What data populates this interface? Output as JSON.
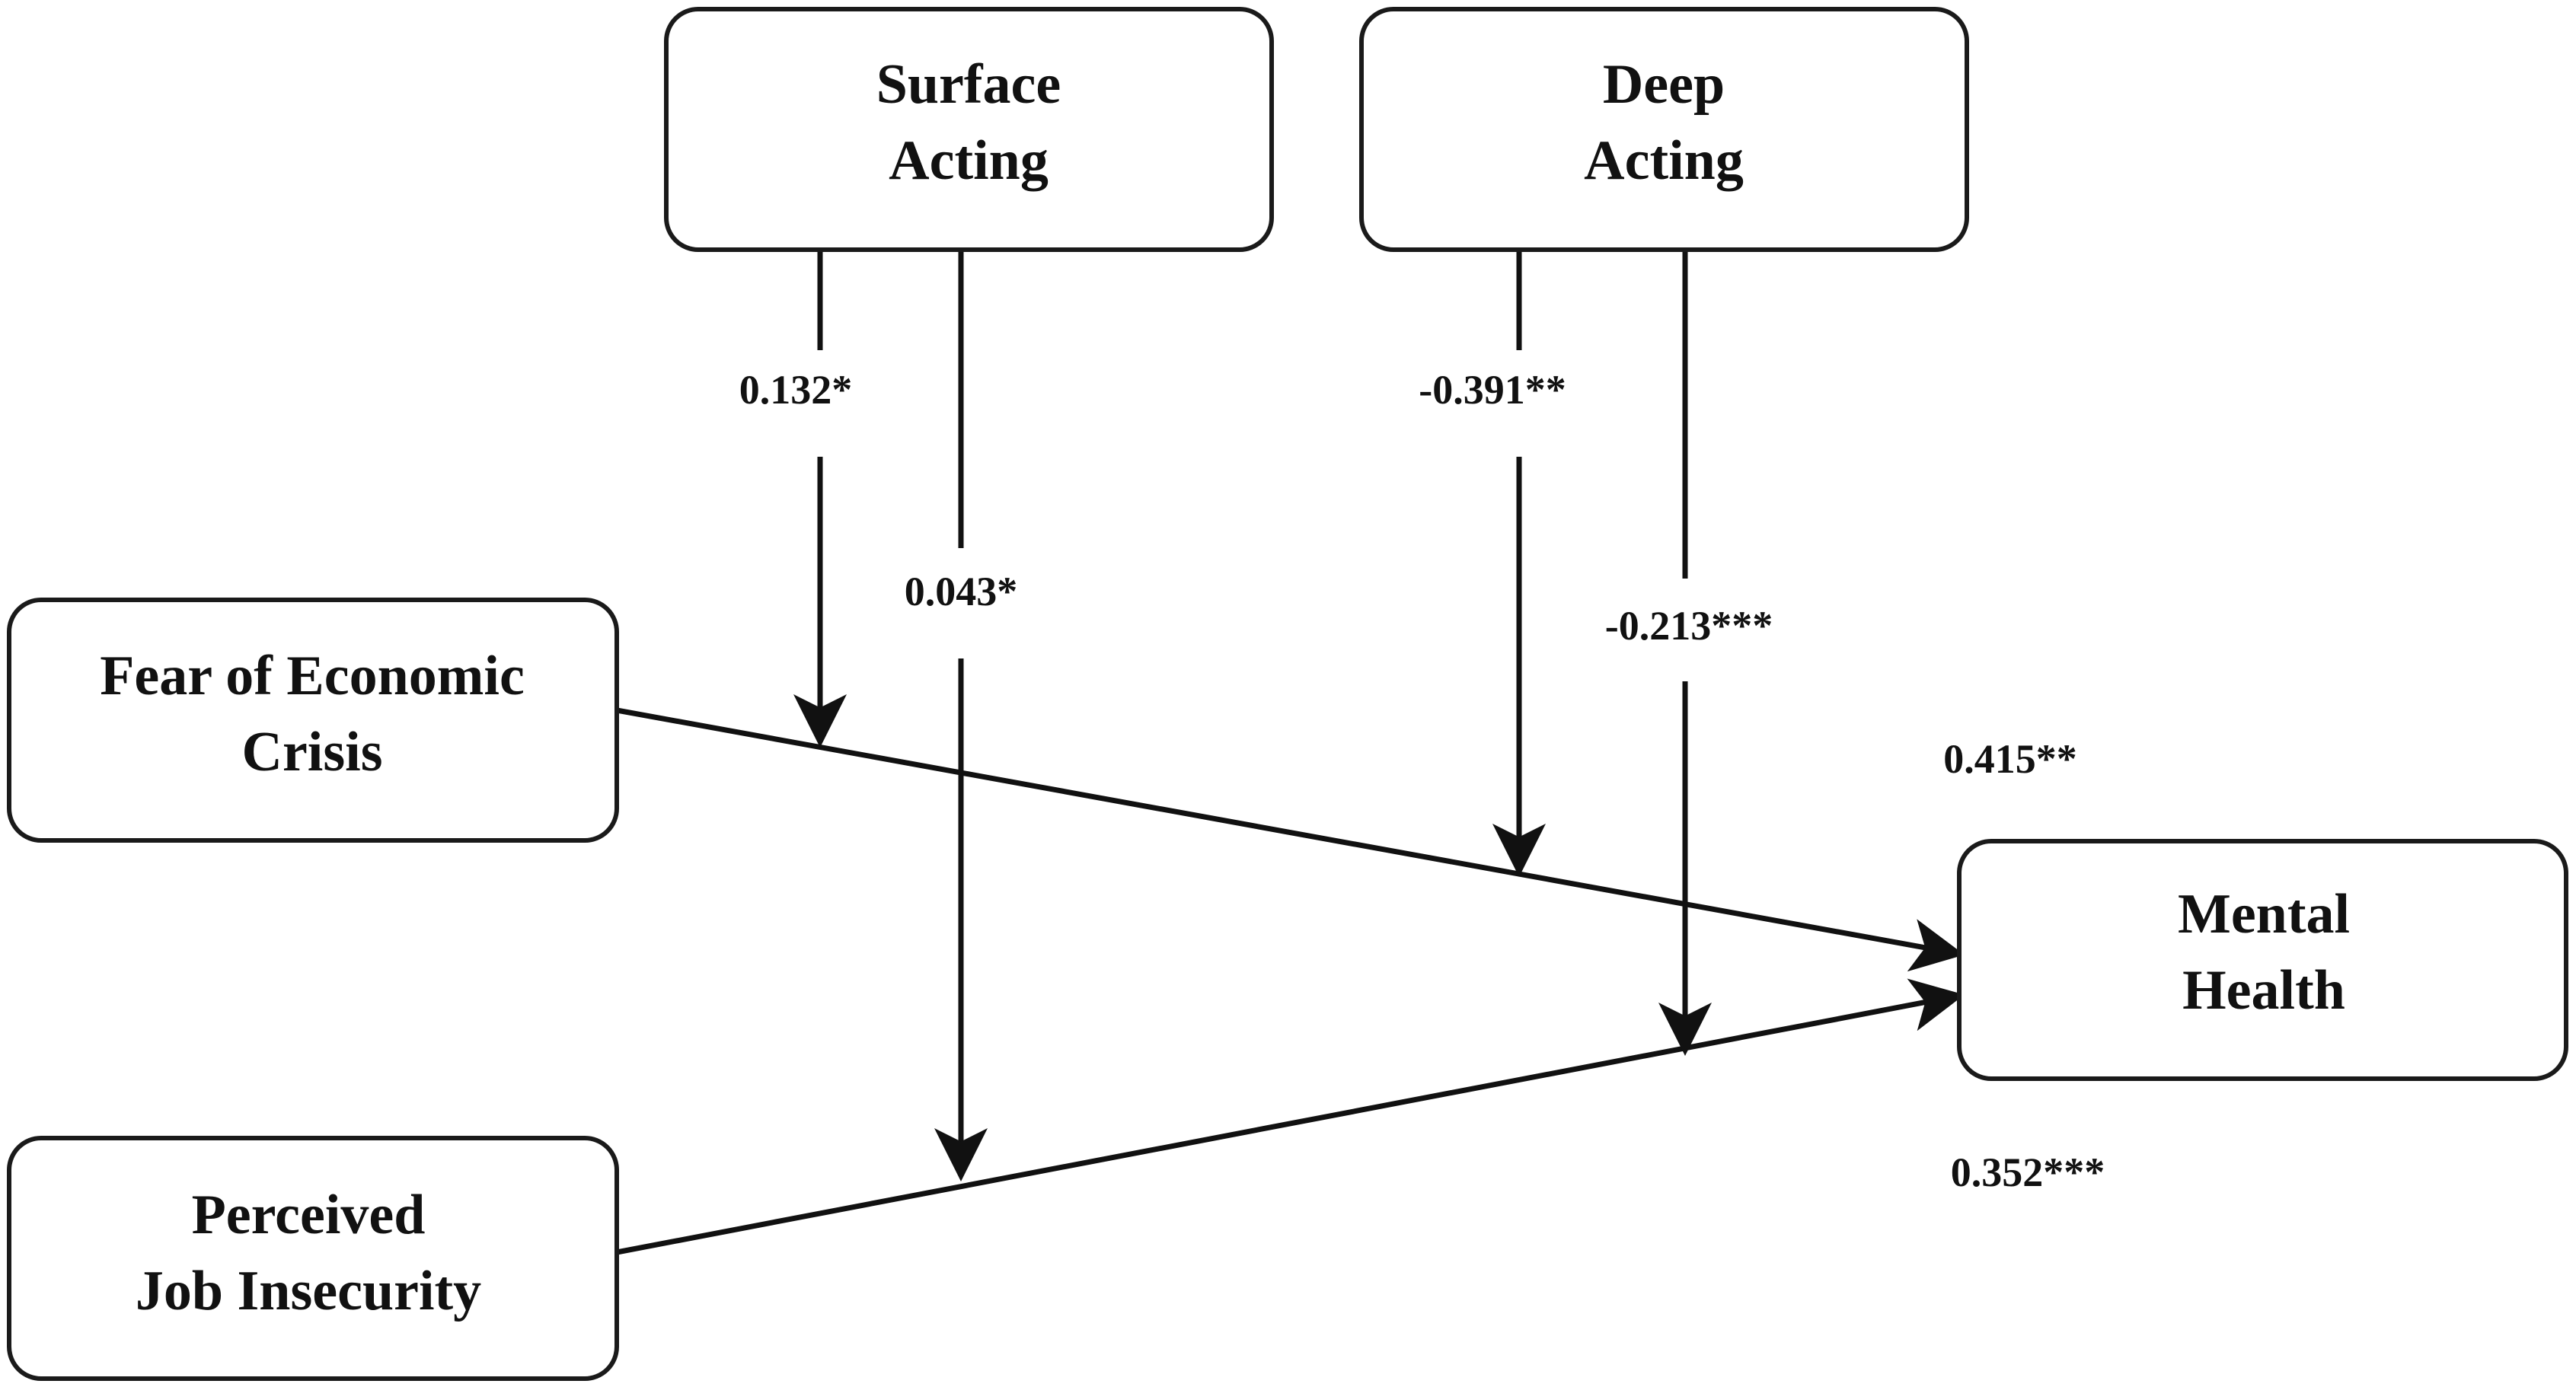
{
  "nodes": {
    "surface_acting": {
      "line1": "Surface",
      "line2": "Acting"
    },
    "deep_acting": {
      "line1": "Deep",
      "line2": "Acting"
    },
    "fear_economic_crisis": {
      "line1": "Fear of Economic",
      "line2": "Crisis"
    },
    "perceived_job_insecurity": {
      "line1": "Perceived",
      "line2": "Job Insecurity"
    },
    "mental_health": {
      "line1": "Mental",
      "line2": "Health"
    }
  },
  "edges": {
    "surface_to_fear_path": "0.132*",
    "surface_to_job_path": "0.043*",
    "deep_to_fear_path": "-0.391**",
    "deep_to_job_path": "-0.213***",
    "fear_to_mental_health": "0.415**",
    "job_to_mental_health": "0.352***"
  },
  "colors": {
    "line": "#111111",
    "box_border": "#1a1a1a",
    "background": "#ffffff"
  }
}
